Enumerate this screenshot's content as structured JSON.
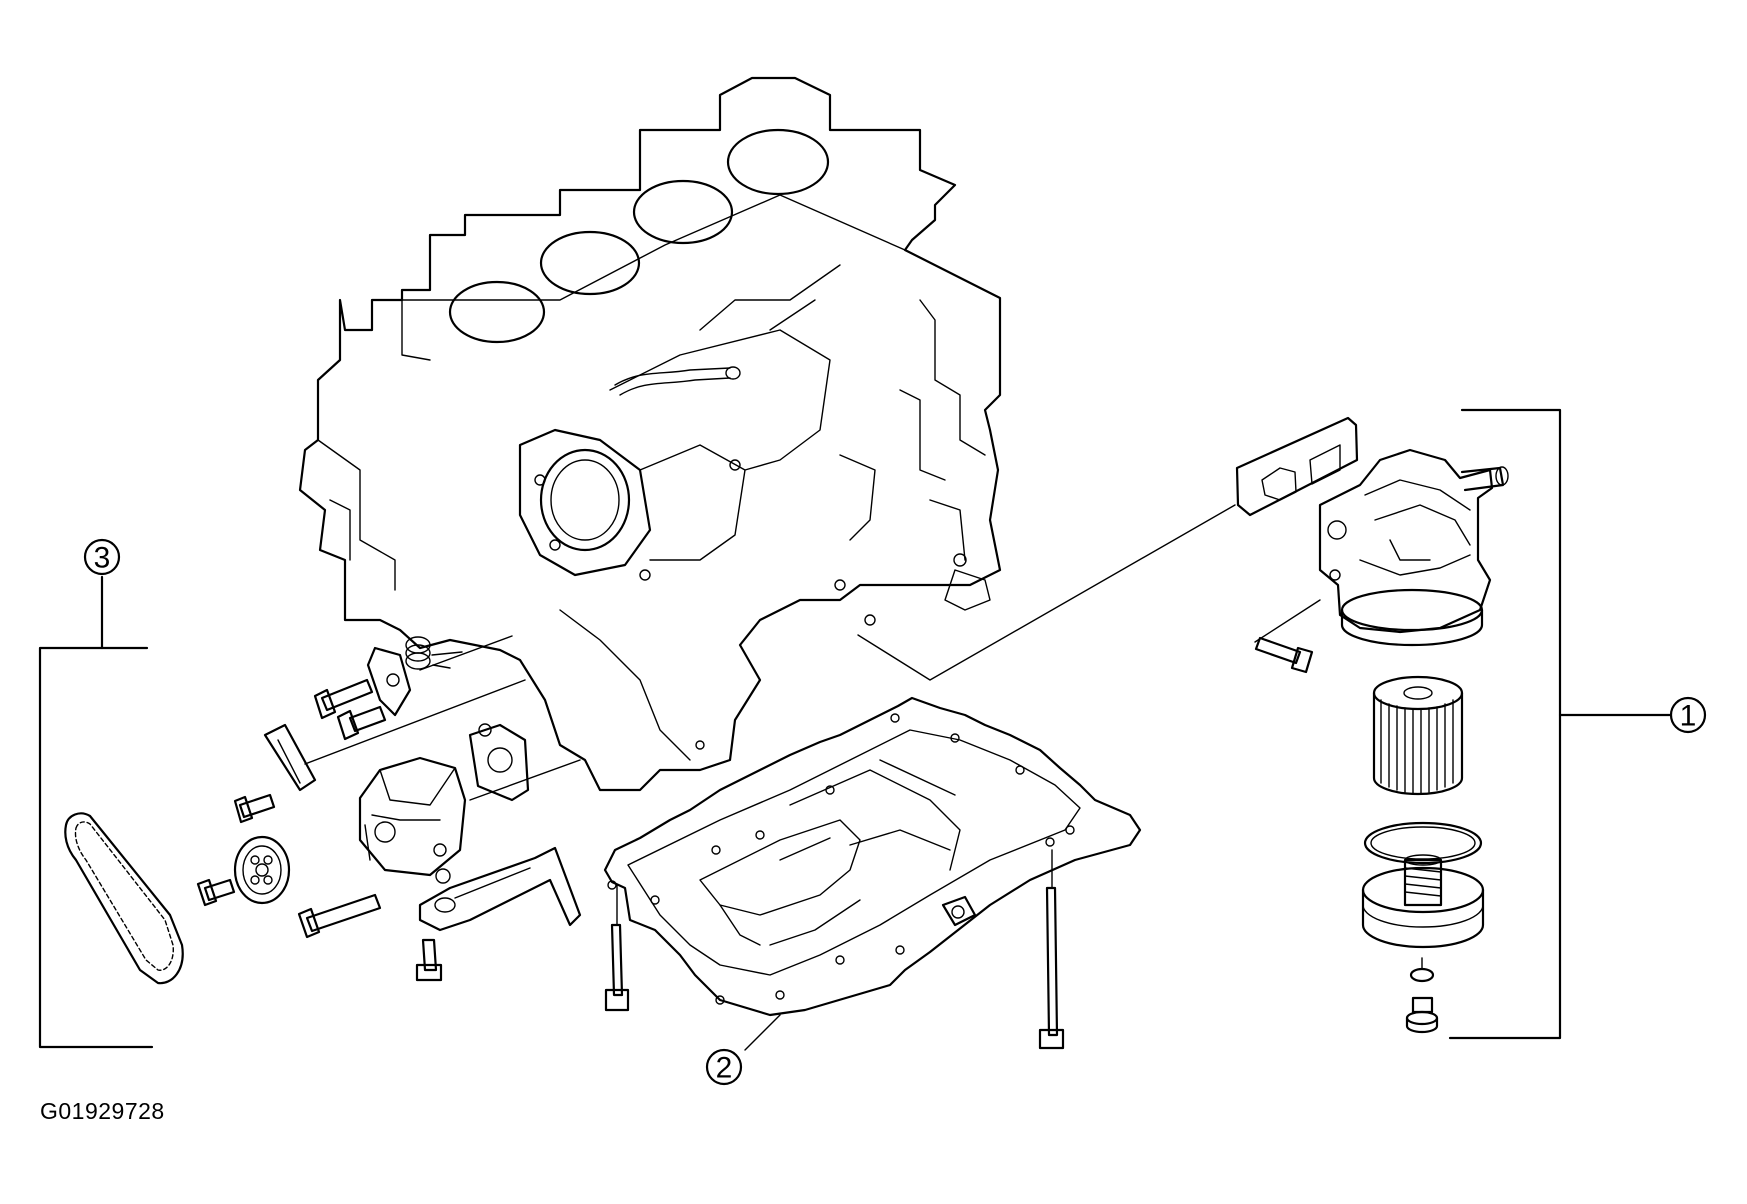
{
  "callouts": [
    {
      "id": "1",
      "label": "1"
    },
    {
      "id": "2",
      "label": "2"
    },
    {
      "id": "3",
      "label": "3"
    }
  ],
  "figure_id": "G01929728"
}
